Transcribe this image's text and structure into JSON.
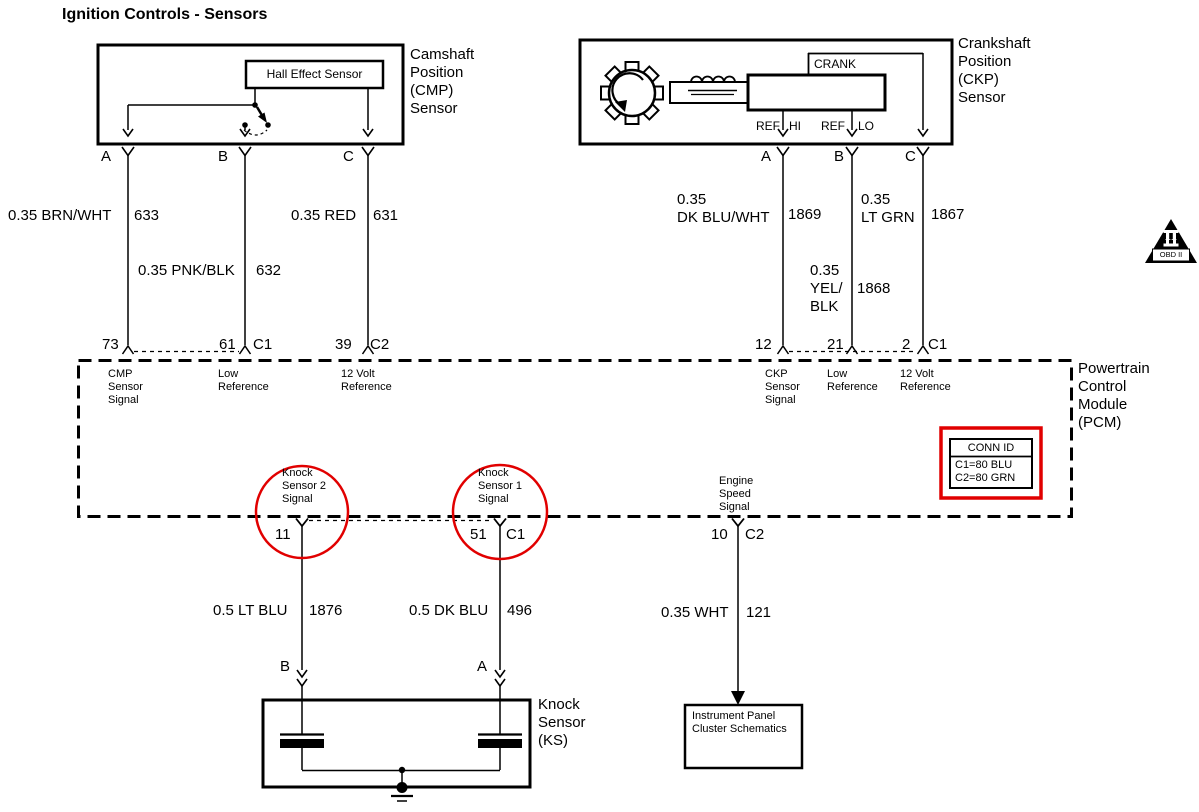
{
  "title": "Ignition Controls - Sensors",
  "cmp_sensor": {
    "label": "Camshaft\nPosition\n(CMP)\nSensor",
    "component": "Hall Effect Sensor",
    "pins": [
      "A",
      "B",
      "C"
    ]
  },
  "ckp_sensor": {
    "label": "Crankshaft\nPosition\n(CKP)\nSensor",
    "component": "CRANK",
    "ref_hi": {
      "left": "REF",
      "right": "HI"
    },
    "ref_lo": {
      "left": "REF",
      "right": "LO"
    },
    "pins": [
      "A",
      "B",
      "C"
    ]
  },
  "wires": {
    "cmp_a": {
      "spec": "0.35 BRN/WHT",
      "circuit": "633"
    },
    "cmp_b": {
      "spec": "0.35 PNK/BLK",
      "circuit": "632"
    },
    "cmp_c": {
      "spec": "0.35 RED",
      "circuit": "631"
    },
    "ckp_a": {
      "spec": "0.35\nDK BLU/WHT",
      "circuit": "1869"
    },
    "ckp_b": {
      "spec": "0.35\nYEL/\nBLK",
      "circuit": "1868"
    },
    "ckp_c": {
      "spec": "0.35\nLT GRN",
      "circuit": "1867"
    },
    "ks_b": {
      "spec": "0.5 LT BLU",
      "circuit": "1876"
    },
    "ks_a": {
      "spec": "0.5 DK BLU",
      "circuit": "496"
    },
    "esp": {
      "spec": "0.35 WHT",
      "circuit": "121"
    }
  },
  "pcm": {
    "label": "Powertrain\nControl\nModule\n(PCM)",
    "top_pins": [
      {
        "pin": "73",
        "connector": "",
        "function": "CMP\nSensor\nSignal"
      },
      {
        "pin": "61",
        "connector": "C1",
        "function": "Low\nReference"
      },
      {
        "pin": "39",
        "connector": "C2",
        "function": "12 Volt\nReference"
      },
      {
        "pin": "12",
        "connector": "",
        "function": "CKP\nSensor\nSignal"
      },
      {
        "pin": "21",
        "connector": "",
        "function": "Low\nReference"
      },
      {
        "pin": "2",
        "connector": "C1",
        "function": "12 Volt\nReference"
      }
    ],
    "bottom_pins": [
      {
        "pin": "11",
        "connector": "",
        "function": "Knock\nSensor 2\nSignal"
      },
      {
        "pin": "51",
        "connector": "C1",
        "function": "Knock\nSensor 1\nSignal"
      },
      {
        "pin": "10",
        "connector": "C2",
        "function": "Engine\nSpeed\nSignal"
      }
    ],
    "conn_id": {
      "title": "CONN ID",
      "rows": [
        "C1=80 BLU",
        "C2=80 GRN"
      ]
    }
  },
  "knock_sensor": {
    "label": "Knock\nSensor\n(KS)",
    "pins": [
      "B",
      "A"
    ]
  },
  "instrument_panel": {
    "label": "Instrument Panel\nCluster Schematics"
  },
  "obd_badge": {
    "roman": "II",
    "label": "OBD II"
  },
  "colors": {
    "line": "#000000",
    "highlight_red": "#e10000",
    "background": "#ffffff"
  }
}
